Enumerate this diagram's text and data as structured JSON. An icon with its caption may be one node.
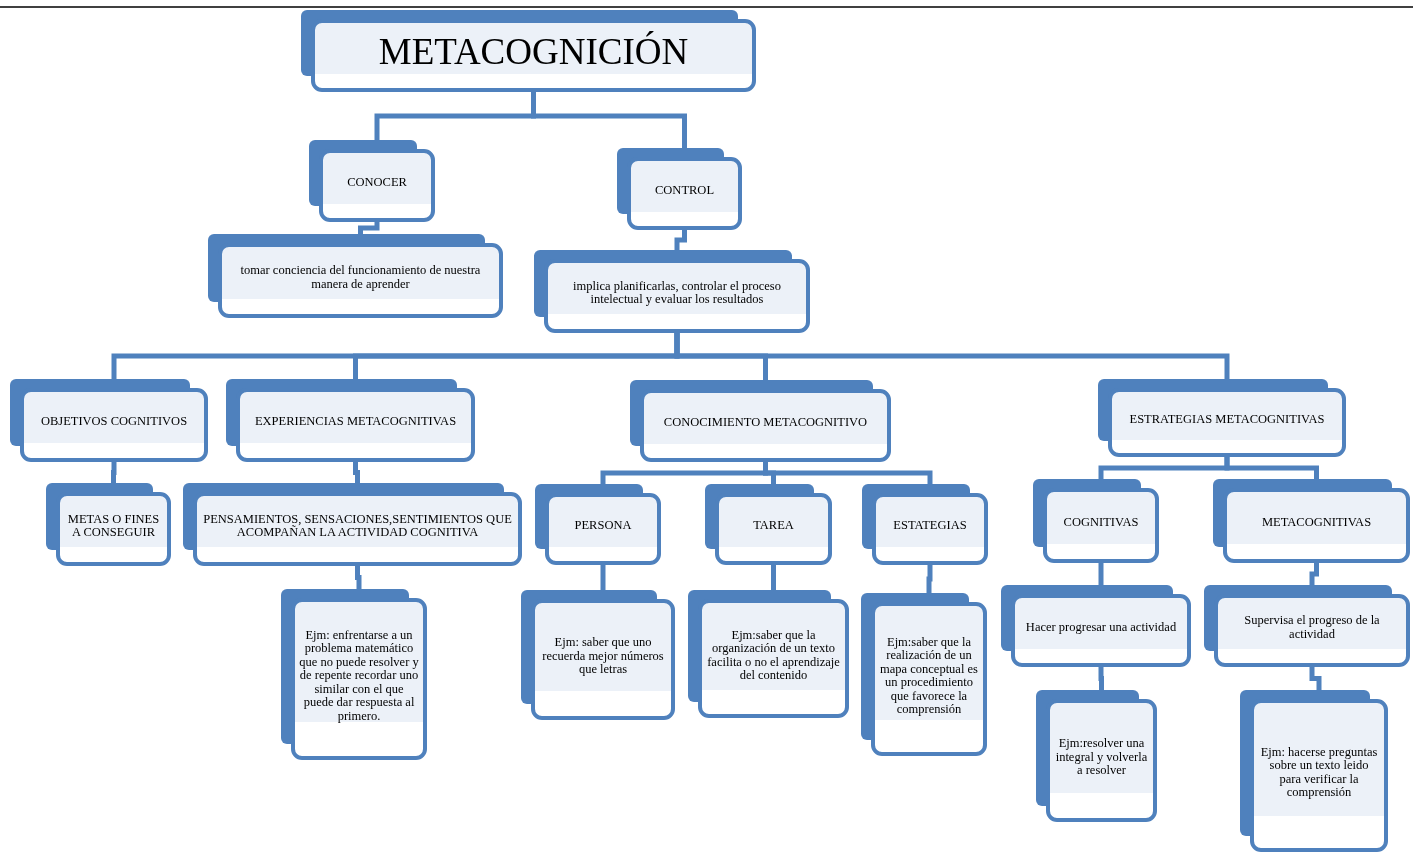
{
  "diagram": {
    "nodes": [
      {
        "text": [
          "METACOGNICIÓN"
        ]
      },
      {
        "text": [
          "CONOCER"
        ]
      },
      {
        "text": [
          "CONTROL"
        ]
      },
      {
        "text": [
          "tomar conciencia del funcionamiento de nuestra manera de aprender"
        ]
      },
      {
        "text": [
          "implica planificarlas, controlar el proceso intelectual y evaluar los resultados"
        ]
      },
      {
        "text": [
          "OBJETIVOS COGNITIVOS"
        ]
      },
      {
        "text": [
          "EXPERIENCIAS METACOGNITIVAS"
        ]
      },
      {
        "text": [
          "CONOCIMIENTO METACOGNITIVO"
        ]
      },
      {
        "text": [
          "ESTRATEGIAS METACOGNITIVAS"
        ]
      },
      {
        "text": [
          "METAS O FINES A CONSEGUIR"
        ]
      },
      {
        "text": [
          "PENSAMIENTOS, SENSACIONES,SENTIMIENTOS QUE ACOMPAÑAN LA ACTIVIDAD COGNITIVA"
        ]
      },
      {
        "text": [
          "Ejm: enfrentarse a un problema matemático que no puede resolver y de repente recordar uno similar con el que puede dar respuesta al primero."
        ]
      },
      {
        "text": [
          "PERSONA"
        ]
      },
      {
        "text": [
          "TAREA"
        ]
      },
      {
        "text": [
          "ESTATEGIAS"
        ]
      },
      {
        "text": [
          "Ejm: saber que uno recuerda mejor números que letras"
        ]
      },
      {
        "text": [
          "Ejm:saber que la organización de un texto facilita o no el aprendizaje del contenido"
        ]
      },
      {
        "text": [
          "Ejm:saber que la realización de un mapa conceptual es un procedimiento que favorece la comprensión"
        ]
      },
      {
        "text": [
          "COGNITIVAS"
        ]
      },
      {
        "text": [
          "METACOGNITIVAS"
        ]
      },
      {
        "text": [
          "Hacer progresar una actividad"
        ]
      },
      {
        "text": [
          "Supervisa el progreso de la actividad"
        ]
      },
      {
        "text": [
          "Ejm:resolver una integral y volverla a resolver"
        ]
      },
      {
        "text": [
          "Ejm: hacerse preguntas sobre un texto leido para verificar la comprensión"
        ]
      }
    ],
    "edges": [
      {
        "from": 0,
        "to": 1,
        "arrow": "none"
      },
      {
        "from": 0,
        "to": 2,
        "arrow": "none"
      },
      {
        "from": 1,
        "to": 3,
        "arrow": "none"
      },
      {
        "from": 2,
        "to": 4,
        "arrow": "none"
      },
      {
        "from": 4,
        "to": 5,
        "arrow": "none"
      },
      {
        "from": 4,
        "to": 6,
        "arrow": "none"
      },
      {
        "from": 4,
        "to": 7,
        "arrow": "none"
      },
      {
        "from": 4,
        "to": 8,
        "arrow": "none"
      },
      {
        "from": 5,
        "to": 9,
        "arrow": "none"
      },
      {
        "from": 6,
        "to": 10,
        "arrow": "none"
      },
      {
        "from": 10,
        "to": 11,
        "arrow": "none"
      },
      {
        "from": 7,
        "to": 12,
        "arrow": "none"
      },
      {
        "from": 7,
        "to": 13,
        "arrow": "none"
      },
      {
        "from": 7,
        "to": 14,
        "arrow": "none"
      },
      {
        "from": 12,
        "to": 15,
        "arrow": "none"
      },
      {
        "from": 13,
        "to": 16,
        "arrow": "none"
      },
      {
        "from": 14,
        "to": 17,
        "arrow": "none"
      },
      {
        "from": 8,
        "to": 18,
        "arrow": "none"
      },
      {
        "from": 8,
        "to": 19,
        "arrow": "none"
      },
      {
        "from": 18,
        "to": 20,
        "arrow": "none"
      },
      {
        "from": 20,
        "to": 22,
        "arrow": "none"
      },
      {
        "from": 19,
        "to": 21,
        "arrow": "none"
      },
      {
        "from": 21,
        "to": 23,
        "arrow": "none"
      }
    ]
  }
}
